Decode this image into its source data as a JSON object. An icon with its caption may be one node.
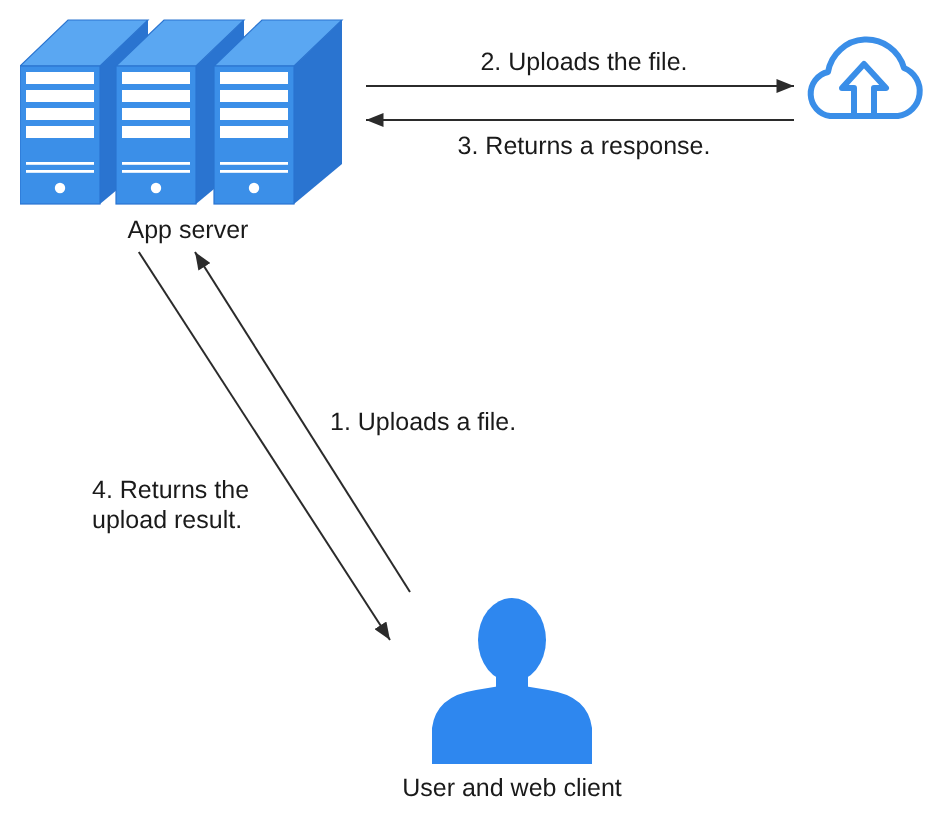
{
  "diagram": {
    "nodes": [
      {
        "text": [
          "App server"
        ]
      },
      {
        "text": [],
        "shape": "cloud"
      },
      {
        "text": [
          "User and web client"
        ]
      }
    ],
    "edges": [
      {
        "from": 2,
        "to": 0,
        "arrow": "to",
        "label": "1. Uploads a file."
      },
      {
        "from": 0,
        "to": 1,
        "arrow": "to",
        "label": "2. Uploads the file."
      },
      {
        "from": 1,
        "to": 0,
        "arrow": "to",
        "label": "3. Returns a response."
      },
      {
        "from": 0,
        "to": 2,
        "arrow": "to",
        "label": "4. Returns the upload result."
      }
    ]
  }
}
